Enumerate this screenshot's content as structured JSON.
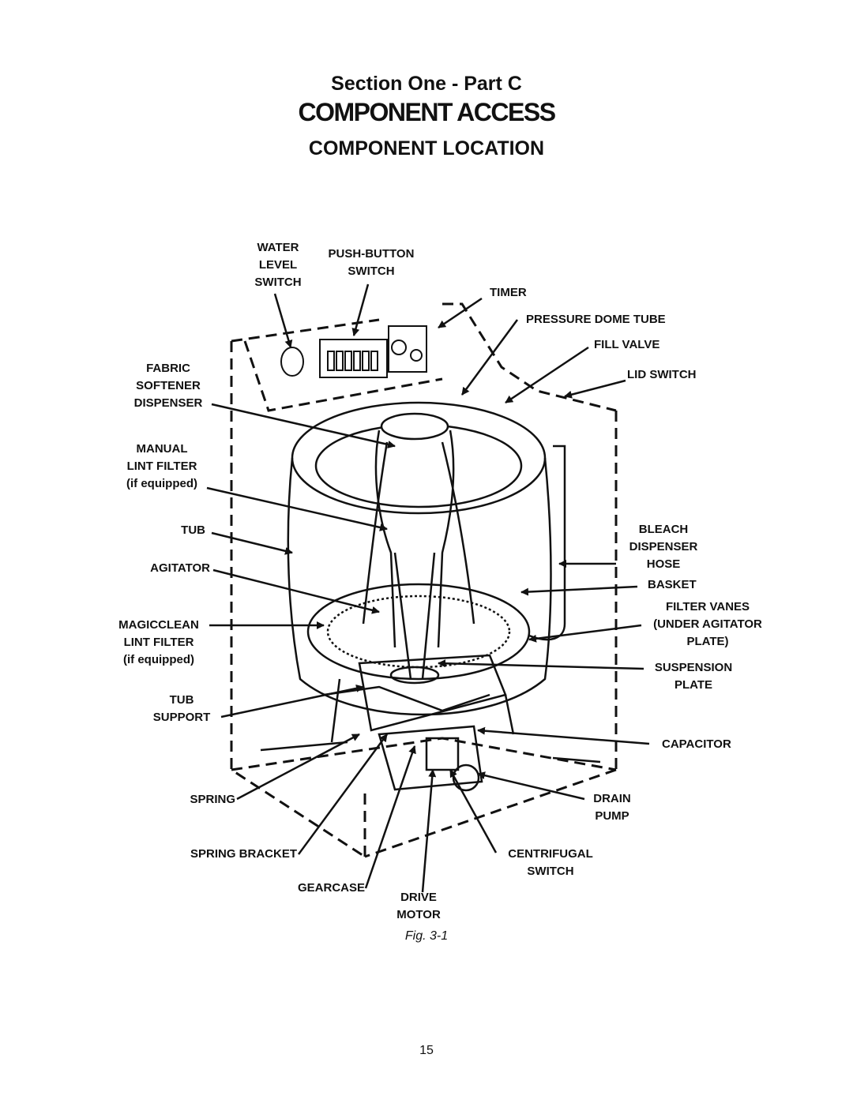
{
  "header": {
    "section": "Section One - Part C",
    "title": "COMPONENT ACCESS",
    "subtitle": "COMPONENT LOCATION"
  },
  "labels": {
    "water_level_switch": "WATER\nLEVEL\nSWITCH",
    "push_button_switch": "PUSH-BUTTON\nSWITCH",
    "timer": "TIMER",
    "pressure_dome_tube": "PRESSURE DOME TUBE",
    "fill_valve": "FILL VALVE",
    "lid_switch": "LID SWITCH",
    "fabric_softener_dispenser": "FABRIC\nSOFTENER\nDISPENSER",
    "manual_lint_filter": "MANUAL\nLINT FILTER\n(if equipped)",
    "tub": "TUB",
    "agitator": "AGITATOR",
    "magicclean_lint_filter": "MAGICCLEAN\nLINT FILTER\n(if equipped)",
    "tub_support": "TUB\nSUPPORT",
    "spring": "SPRING",
    "spring_bracket": "SPRING BRACKET",
    "gearcase": "GEARCASE",
    "drive_motor": "DRIVE\nMOTOR",
    "centrifugal_switch": "CENTRIFUGAL\nSWITCH",
    "drain_pump": "DRAIN\nPUMP",
    "capacitor": "CAPACITOR",
    "suspension_plate": "SUSPENSION\nPLATE",
    "filter_vanes": "FILTER VANES\n(UNDER AGITATOR\nPLATE)",
    "basket": "BASKET",
    "bleach_dispenser_hose": "BLEACH\nDISPENSER\nHOSE"
  },
  "figure": {
    "caption": "Fig. 3-1"
  },
  "page": {
    "number": "15"
  }
}
